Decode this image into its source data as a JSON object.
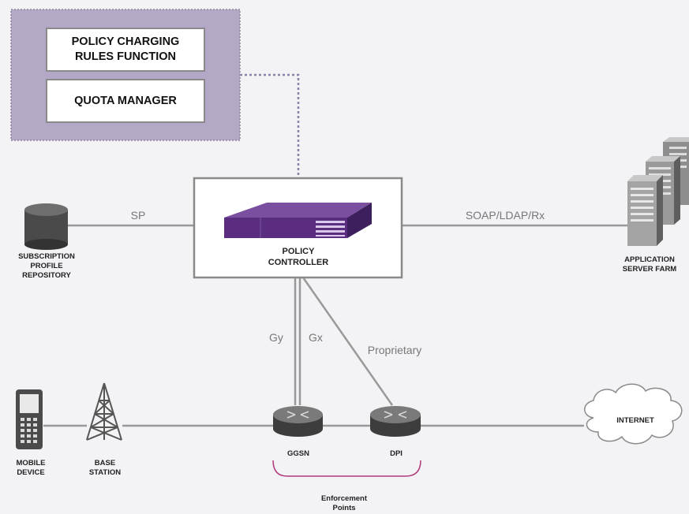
{
  "policy_box": {
    "item1": "POLICY CHARGING RULES FUNCTION",
    "item2": "QUOTA MANAGER"
  },
  "nodes": {
    "subscription": "SUBSCRIPTION PROFILE REPOSITORY",
    "controller": "POLICY CONTROLLER",
    "app_farm": "APPLICATION SERVER FARM",
    "mobile": "MOBILE DEVICE",
    "base": "BASE STATION",
    "ggsn": "GGSN",
    "dpi": "DPI",
    "internet": "INTERNET",
    "enforcement": "Enforcement Points"
  },
  "links": {
    "sp": "SP",
    "soap": "SOAP/LDAP/Rx",
    "gy": "Gy",
    "gx": "Gx",
    "proprietary": "Proprietary"
  },
  "colors": {
    "policy_bg": "#b3a8c6",
    "device_purple": "#5a2d81",
    "enforcement_bracket": "#b0387a"
  }
}
